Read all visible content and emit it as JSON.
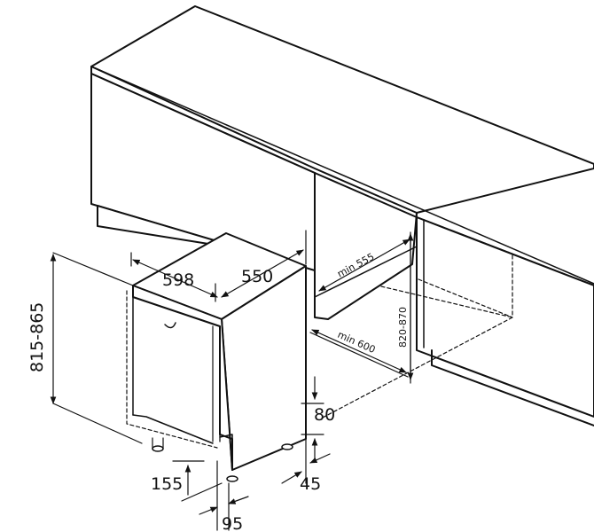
{
  "dimensions": {
    "width": "598",
    "depth": "550",
    "height": "815-865",
    "niche_height": "820-870",
    "niche_depth_top": "min 555",
    "niche_depth_bottom": "min 600",
    "plinth_height": "80",
    "plinth_depth": "45",
    "foot_height": "155",
    "foot_offset": "95"
  },
  "colors": {
    "line": "#111111",
    "background": "#ffffff"
  }
}
